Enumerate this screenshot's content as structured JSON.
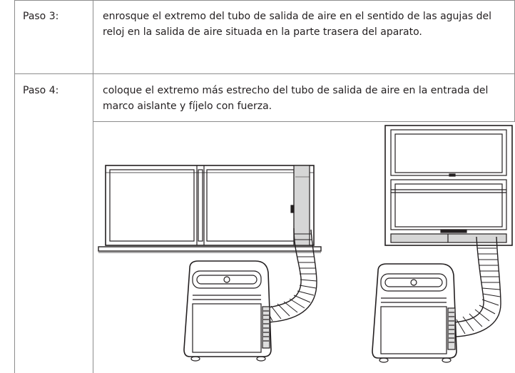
{
  "steps": [
    {
      "label": "Paso 3:",
      "text": "enrosque el extremo del tubo de salida de aire en el sentido de las agujas del reloj en la salida de aire situada en la parte trasera del aparato."
    },
    {
      "label": "Paso 4:",
      "text": "coloque el extremo más estrecho del tubo de salida de aire en la entrada del marco aislante y fíjelo con fuerza."
    }
  ],
  "colors": {
    "line": "#8c8c8c",
    "ink": "#231f20",
    "shade": "#cfcfcf"
  },
  "illustration": {
    "icons": [
      "sliding-window-icon",
      "sash-window-icon",
      "air-conditioner-icon",
      "exhaust-hose-icon"
    ]
  }
}
